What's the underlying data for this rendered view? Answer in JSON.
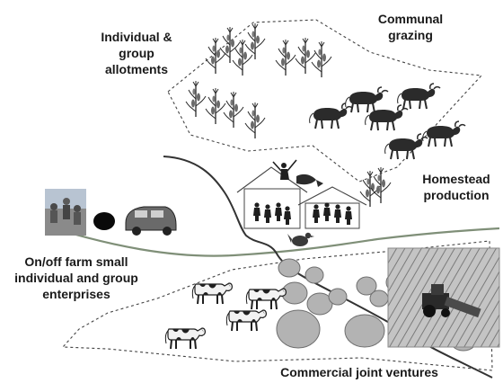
{
  "labels": {
    "allotments": [
      "Individual &",
      "group",
      "allotments"
    ],
    "grazing": [
      "Communal",
      "grazing"
    ],
    "homestead": [
      "Homestead",
      "production"
    ],
    "enterprises": [
      "On/off farm small",
      "individual and group",
      "enterprises"
    ],
    "commercial": "Commercial joint ventures"
  },
  "colors": {
    "ink": "#1a1a1a",
    "river": "#333333",
    "road": "#7f8f78",
    "field_grey": "#b3b3b3",
    "field_stroke": "#6e6e6e"
  },
  "icons": {
    "crops": "maize-plant-icon",
    "grazing": "cow-icon",
    "homestead": "house-with-family-icon",
    "enterprise": "market-and-vehicle-icon",
    "commercial": "tractor-field-icon"
  }
}
